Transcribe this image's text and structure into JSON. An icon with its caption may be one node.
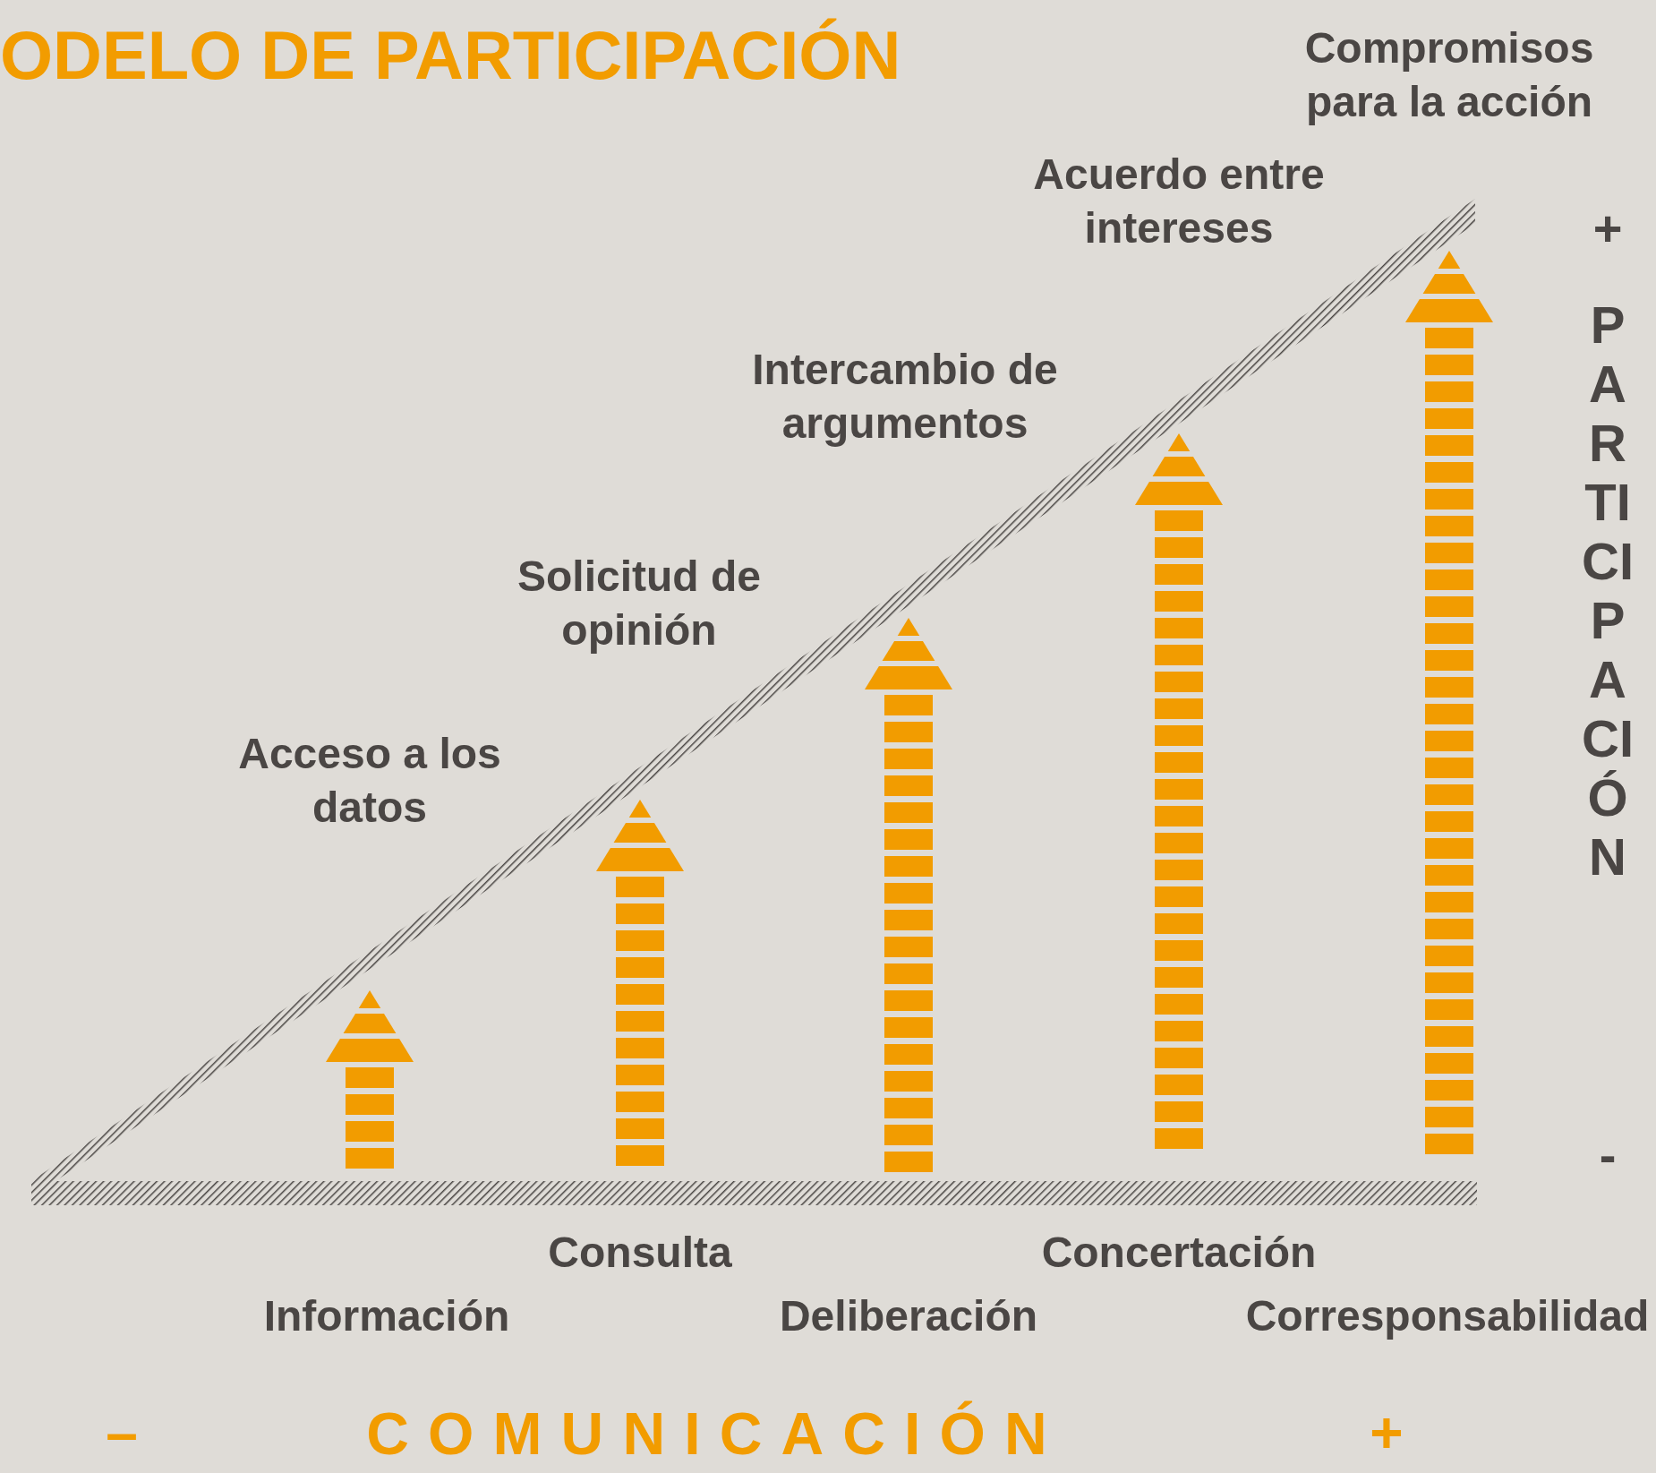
{
  "diagram": {
    "title": "ODELO DE PARTICIPACIÓN",
    "labels": [
      "Compromisos para la acción",
      "Acuerdo entre intereses",
      "+",
      "PARTICIPACIÓN",
      "Intercambio de argumentos",
      "Solicitud de opinión",
      "Acceso a los datos",
      "-",
      "Consulta",
      "Concertación",
      "Información",
      "Deliberación",
      "Corresponsabilidad",
      "–",
      "COMUNICACIÓN",
      "+"
    ]
  }
}
